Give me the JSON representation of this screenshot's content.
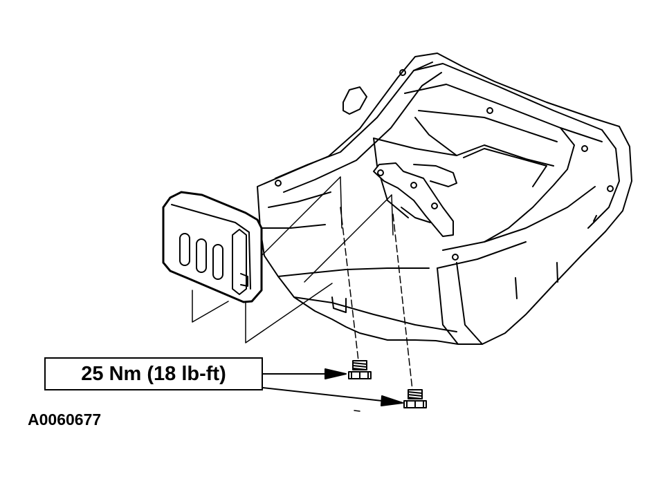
{
  "callout": {
    "torque": "25 Nm (18 lb-ft)"
  },
  "figure": {
    "id": "A0060677"
  },
  "parts": {
    "seat_frame": "seat-cushion-frame",
    "cover": "side-trim-cover",
    "bolt_1": "hex-flange-bolt",
    "bolt_2": "hex-flange-bolt"
  },
  "colors": {
    "line": "#000000",
    "background": "#ffffff"
  }
}
